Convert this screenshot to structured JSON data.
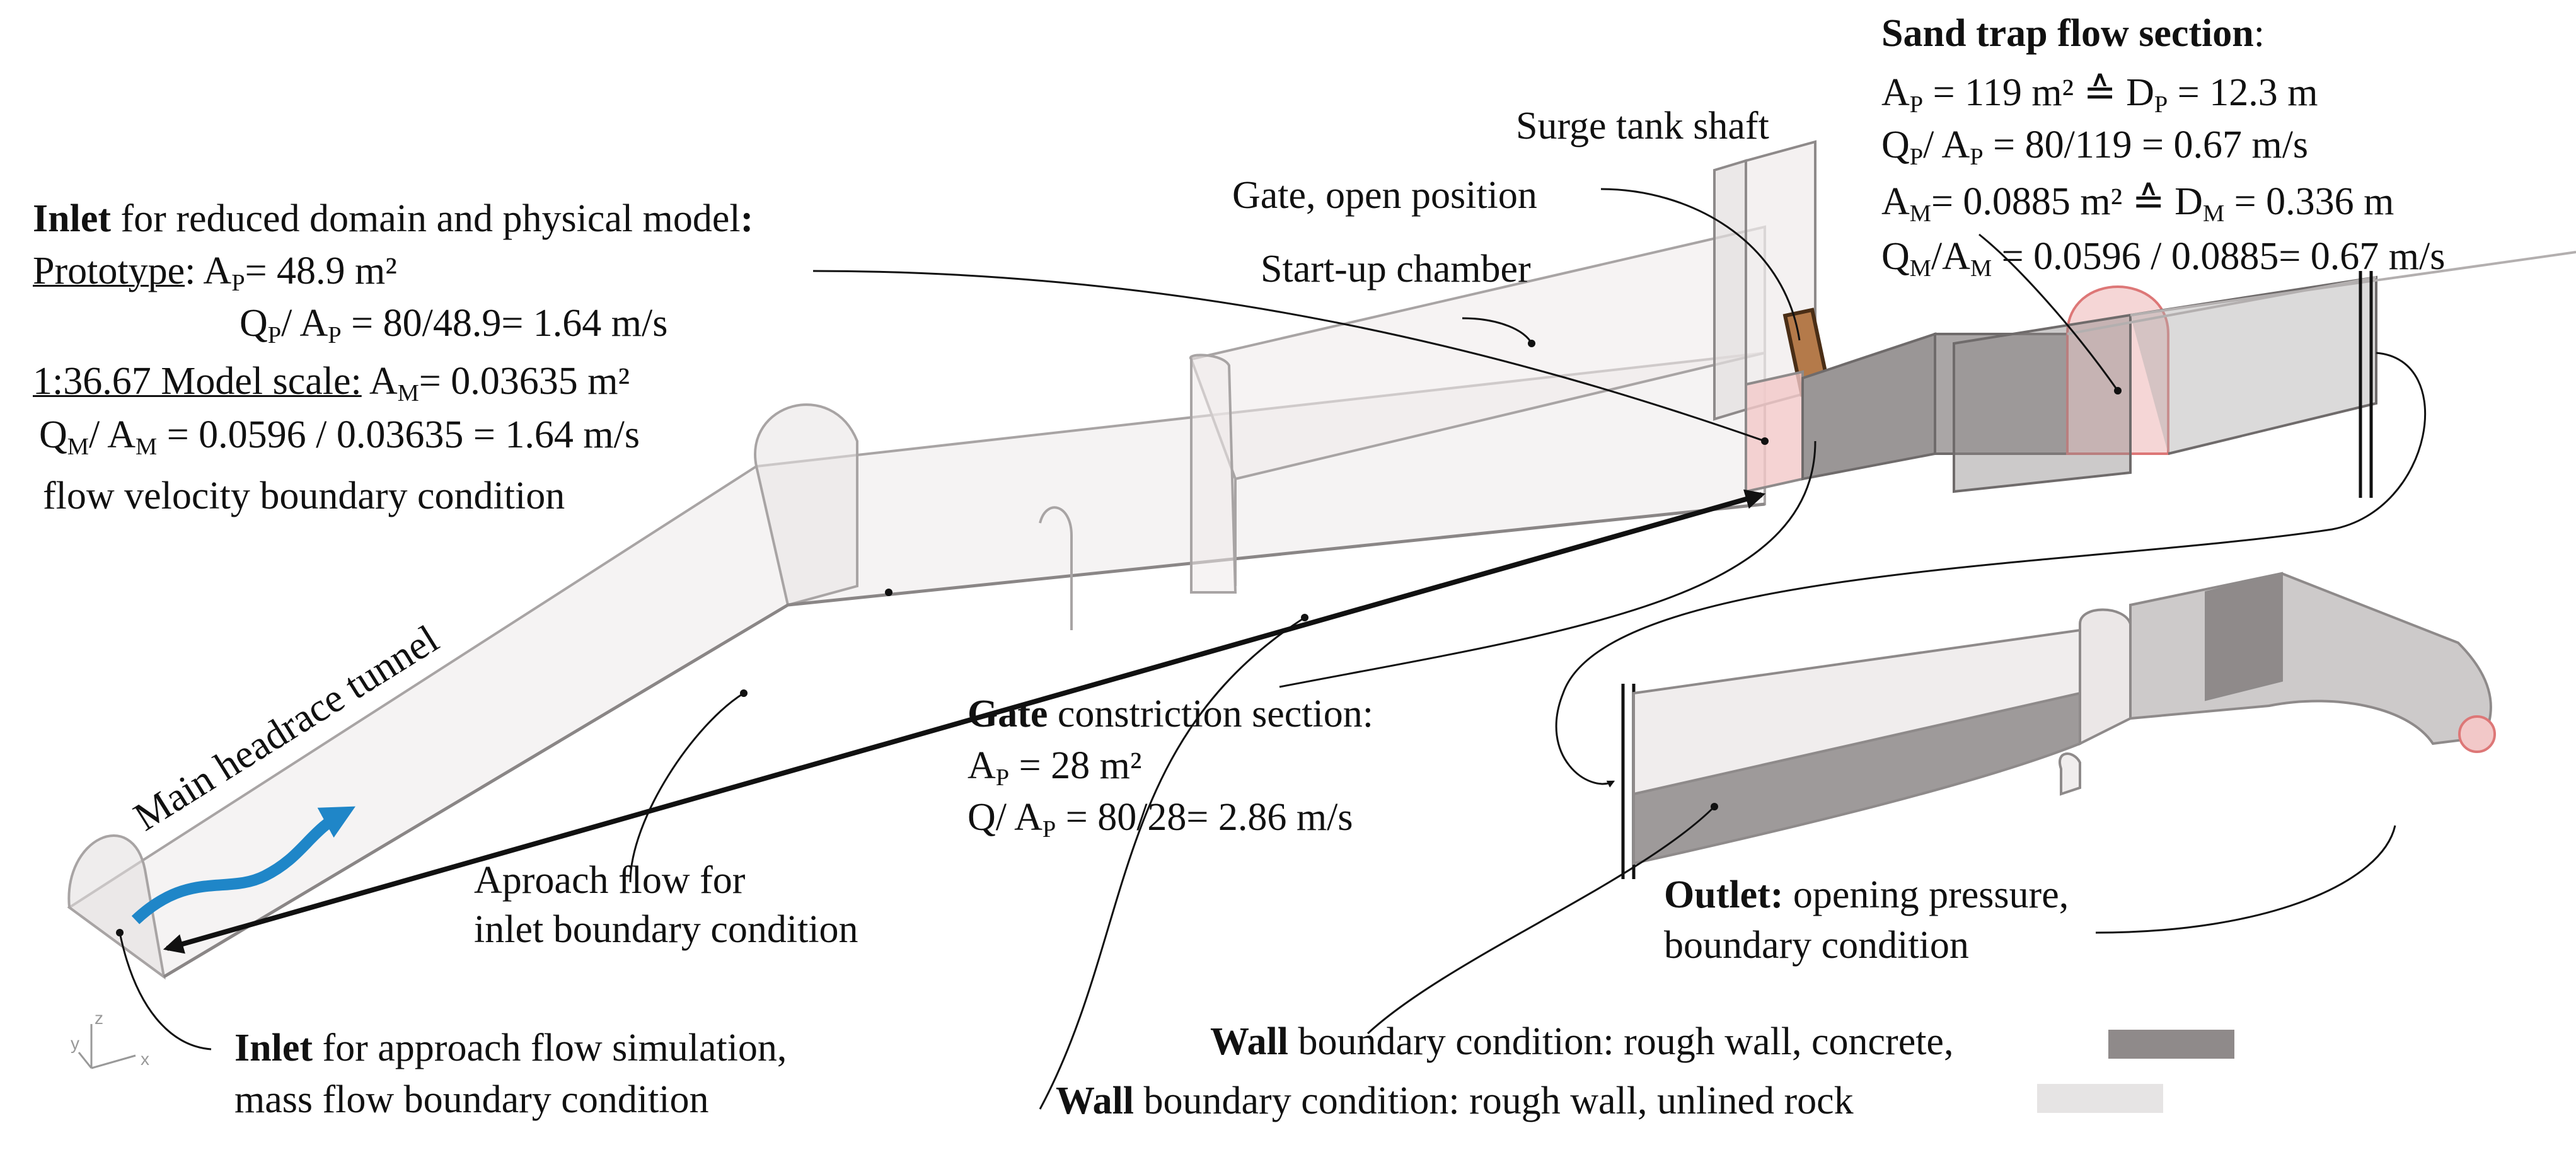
{
  "colors": {
    "concrete_wall": "#8f8a8a",
    "rock_wall": "#e6e4e4",
    "flow_arrow": "#1f86c8",
    "gate_plate": "#b47a4a",
    "boundary_highlight": "#f2c8c8"
  },
  "icons": {
    "axis_triad": "xyz-axis-icon"
  },
  "axis": {
    "x": "x",
    "y": "y",
    "z": "z"
  },
  "labels": {
    "surge_tank": "Surge tank shaft",
    "gate_open": "Gate, open position",
    "startup_chamber": "Start-up chamber",
    "main_tunnel": "Main headrace tunnel",
    "approach_flow": {
      "line1": "Aproach flow for",
      "line2": "inlet boundary condition"
    },
    "inlet_approach": {
      "bold": "Inlet",
      "rest": " for approach flow simulation,",
      "line2": "mass flow boundary condition"
    },
    "outlet": {
      "bold": "Outlet:",
      "rest": " opening pressure,",
      "line2": "boundary condition"
    },
    "wall_concrete": {
      "bold": "Wall",
      "rest": " boundary condition: rough wall, concrete,"
    },
    "wall_rock": {
      "bold": "Wall",
      "rest": " boundary condition: rough wall, unlined rock"
    }
  },
  "inlet_reduced": {
    "title_bold": "Inlet",
    "title_rest": " for reduced domain and physical model",
    "title_colon": ":",
    "prototype_label": "Prototype",
    "prototype_area": {
      "pre": ": A",
      "sub": "P",
      "post": "= 48.9 m²"
    },
    "prototype_velocity": {
      "a": "Q",
      "a_sub": "P",
      "b": "/ A",
      "b_sub": "P",
      "c": " = 80/48.9= 1.64 m/s"
    },
    "model_label": "1:36.67 Model scale:",
    "model_area": {
      "pre": " A",
      "sub": "M",
      "post": "= 0.03635 m²"
    },
    "model_velocity": {
      "a": "Q",
      "a_sub": "M",
      "b": "/ A",
      "b_sub": "M",
      "c": " = 0.0596 / 0.03635 = 1.64 m/s"
    },
    "footer": "flow velocity boundary condition"
  },
  "sand_trap": {
    "title_bold": "Sand trap flow section",
    "title_colon": ":",
    "line1": {
      "a": "A",
      "a_sub": "P",
      "b": " = 119 m² ≙ D",
      "b_sub": "P",
      "c": " = 12.3 m"
    },
    "line2": {
      "a": "Q",
      "a_sub": "P",
      "b": "/ A",
      "b_sub": "P",
      "c": " = 80/119 = 0.67 m/s"
    },
    "line3": {
      "a": "A",
      "a_sub": "M",
      "b": "= 0.0885 m² ≙ D",
      "b_sub": "M",
      "c": " = 0.336 m"
    },
    "line4": {
      "a": "Q",
      "a_sub": "M",
      "b": "/A",
      "b_sub": "M",
      "c": " = 0.0596 / 0.0885= 0.67 m/s"
    }
  },
  "gate_section": {
    "title_bold": "Gate",
    "title_rest": " constriction section:",
    "line1": {
      "a": "A",
      "a_sub": "P",
      "b": " = 28 m²"
    },
    "line2": {
      "a": "Q/ A",
      "a_sub": "P",
      "b": " = 80/28= 2.86 m/s"
    }
  }
}
